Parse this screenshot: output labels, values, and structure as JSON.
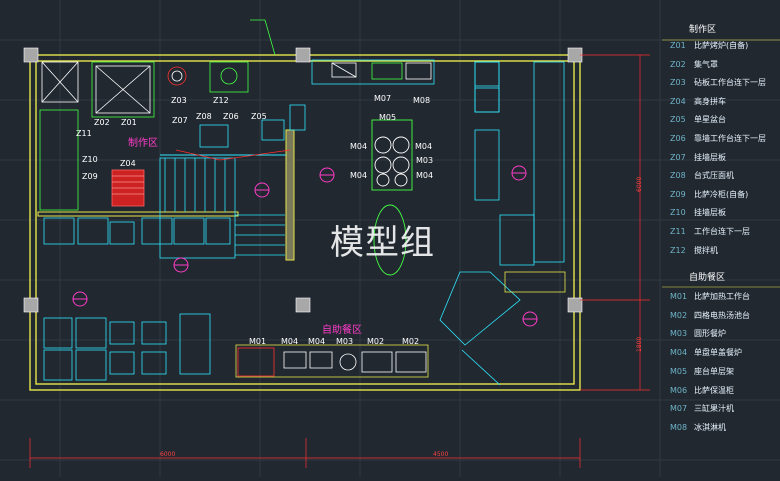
{
  "watermark": "模型组",
  "zones": {
    "production": "制作区",
    "buffet": "自助餐区"
  },
  "production_legend": {
    "title": "制作区",
    "items": [
      {
        "code": "Z01",
        "label": "比萨烤炉(自备)"
      },
      {
        "code": "Z02",
        "label": "集气罩"
      },
      {
        "code": "Z03",
        "label": "砧板工作台连下一层"
      },
      {
        "code": "Z04",
        "label": "高身拼车"
      },
      {
        "code": "Z05",
        "label": "单星盆台"
      },
      {
        "code": "Z06",
        "label": "靠墙工作台连下一层"
      },
      {
        "code": "Z07",
        "label": "挂墙层板"
      },
      {
        "code": "Z08",
        "label": "台式压面机"
      },
      {
        "code": "Z09",
        "label": "比萨冷柜(自备)"
      },
      {
        "code": "Z10",
        "label": "挂墙层板"
      },
      {
        "code": "Z11",
        "label": "工作台连下一层"
      },
      {
        "code": "Z12",
        "label": "搅拌机"
      }
    ]
  },
  "buffet_legend": {
    "title": "自助餐区",
    "items": [
      {
        "code": "M01",
        "label": "比萨加热工作台"
      },
      {
        "code": "M02",
        "label": "四格电热汤池台"
      },
      {
        "code": "M03",
        "label": "圆形餐炉"
      },
      {
        "code": "M04",
        "label": "单盘单盖餐炉"
      },
      {
        "code": "M05",
        "label": "座台单层架"
      },
      {
        "code": "M06",
        "label": "比萨保温柜"
      },
      {
        "code": "M07",
        "label": "三缸果汁机"
      },
      {
        "code": "M08",
        "label": "冰淇淋机"
      }
    ]
  },
  "plan_tags": {
    "z01": "Z01",
    "z02": "Z02",
    "z03": "Z03",
    "z04": "Z04",
    "z05": "Z05",
    "z06": "Z06",
    "z07": "Z07",
    "z08": "Z08",
    "z09": "Z09",
    "z10": "Z10",
    "z11": "Z11",
    "z12": "Z12",
    "m07": "M07",
    "m08": "M08",
    "m05": "M05",
    "m04a": "M04",
    "m04b": "M04",
    "m03a": "M03",
    "m04c": "M04",
    "m04d": "M04",
    "b_m01": "M01",
    "b_m04a": "M04",
    "b_m04b": "M04",
    "b_m03": "M03",
    "b_m02a": "M02",
    "b_m02b": "M02"
  },
  "dimensions": {
    "bottom_left": "6000",
    "bottom_right": "4500",
    "right_top": "6000",
    "right_bottom": "1800"
  },
  "colors": {
    "background": "#212830",
    "wall": "#e6e64a",
    "fixture": "#2ee8ff",
    "equipment": "#44ff44",
    "symbol": "#ff3cc8",
    "dimension": "#ff3030"
  }
}
